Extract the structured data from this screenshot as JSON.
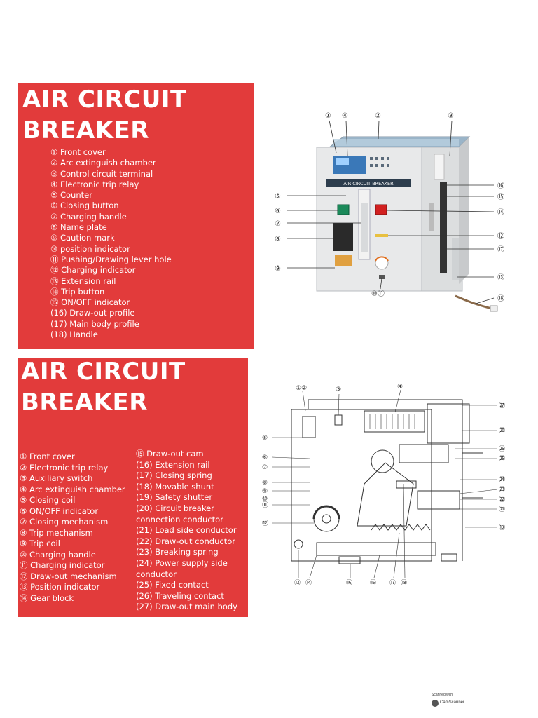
{
  "panel1": {
    "title_line1": "AIR CIRCUIT",
    "title_line2": "BREAKER",
    "items": [
      "① Front cover",
      "② Arc extinguish chamber",
      "③ Control circuit terminal",
      "④ Electronic trip relay",
      "⑤ Counter",
      "⑥ Closing button",
      "⑦ Charging handle",
      "⑧ Name plate",
      "⑨ Caution mark",
      "⑩ position indicator",
      "⑪ Pushing/Drawing lever hole",
      "⑫ Charging indicator",
      "⑬ Extension rail",
      "⑭ Trip button",
      "⑮ ON/OFF indicator",
      "(16) Draw-out profile",
      "(17) Main body profile",
      "(18) Handle"
    ]
  },
  "photo": {
    "nameplate": "AIR CIRCUIT BREAKER",
    "callouts": [
      "①",
      "④",
      "②",
      "③",
      "⑯",
      "⑮",
      "⑤",
      "⑥",
      "⑭",
      "⑦",
      "⑫",
      "⑧",
      "⑰",
      "⑨",
      "⑬",
      "⑱",
      "⑩⑪"
    ]
  },
  "panel2": {
    "title_line1": "AIR CIRCUIT",
    "title_line2": "BREAKER",
    "items_left": [
      "① Front cover",
      "② Electronic trip     relay",
      "③ Auxiliary switch",
      "④ Arc extinguish chamber",
      "⑤ Closing coil",
      "⑥ ON/OFF indicator",
      "⑦ Closing mechanism",
      "⑧ Trip mechanism",
      "⑨ Trip coil",
      "⑩ Charging handle",
      "⑪ Charging indicator",
      "⑫ Draw-out mechanism",
      "⑬ Position indicator",
      "⑭ Gear block"
    ],
    "items_right": [
      "⑮ Draw-out cam",
      "(16) Extension rail",
      "(17) Closing spring",
      "(18) Movable shunt",
      "(19) Safety shutter",
      "(20) Circuit breaker",
      "connection conductor",
      "(21) Load side conductor",
      "(22) Draw-out conductor",
      "(23) Breaking spring",
      "(24) Power supply side",
      "conductor",
      "(25) Fixed contact",
      "(26) Traveling contact",
      "(27) Draw-out main body"
    ]
  },
  "drawing": {
    "callouts": [
      "①②",
      "③",
      "④",
      "㉗",
      "⑤",
      "⑳",
      "㉖",
      "⑥",
      "㉕",
      "⑦",
      "㉔",
      "⑧",
      "㉓",
      "⑨",
      "㉒",
      "⑩",
      "㉑",
      "⑪",
      "⑲",
      "⑫",
      "⑬",
      "⑭",
      "⑯",
      "⑮",
      "⑰",
      "⑱"
    ]
  },
  "footer": {
    "scanned_with": "Scanned with",
    "app_name": "CamScanner"
  },
  "colors": {
    "panel_red": "#e23b3b",
    "panel_text": "#ffffff"
  }
}
